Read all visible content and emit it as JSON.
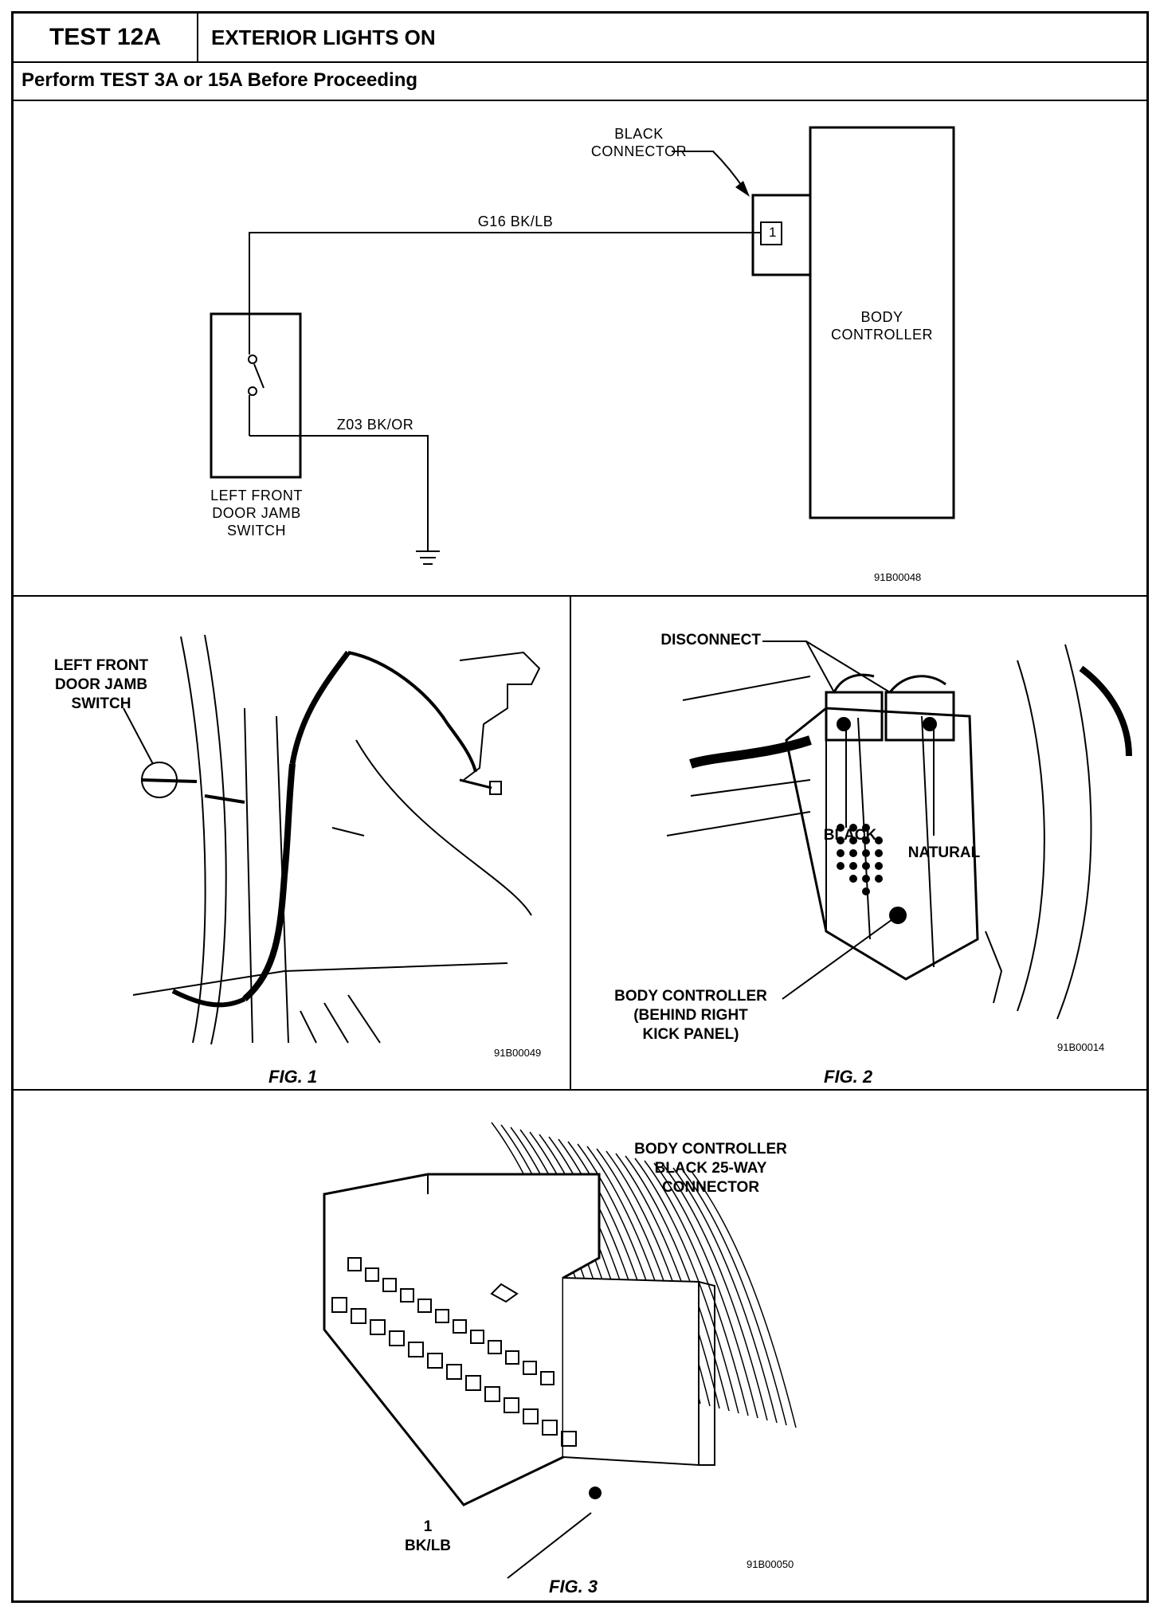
{
  "header": {
    "test_id": "TEST 12A",
    "test_title": "EXTERIOR LIGHTS ON",
    "prerequisite": "Perform TEST 3A or 15A Before Proceeding"
  },
  "schematic": {
    "black_connector_label_1": "BLACK",
    "black_connector_label_2": "CONNECTOR",
    "pin_number": "1",
    "wire_upper": "G16 BK/LB",
    "wire_lower": "Z03 BK/OR",
    "body_controller_1": "BODY",
    "body_controller_2": "CONTROLLER",
    "switch_label_1": "LEFT FRONT",
    "switch_label_2": "DOOR JAMB",
    "switch_label_3": "SWITCH",
    "code": "91B00048"
  },
  "fig1": {
    "label": "FIG. 1",
    "callout_1": "LEFT FRONT",
    "callout_2": "DOOR JAMB",
    "callout_3": "SWITCH",
    "code": "91B00049"
  },
  "fig2": {
    "label": "FIG. 2",
    "disconnect": "DISCONNECT",
    "black": "BLACK",
    "natural": "NATURAL",
    "bc_1": "BODY CONTROLLER",
    "bc_2": "(BEHIND RIGHT",
    "bc_3": "KICK PANEL)",
    "code": "91B00014"
  },
  "fig3": {
    "label": "FIG. 3",
    "title_1": "BODY CONTROLLER",
    "title_2": "BLACK 25-WAY",
    "title_3": "CONNECTOR",
    "pin": "1",
    "pin_wire": "BK/LB",
    "code": "91B00050"
  }
}
